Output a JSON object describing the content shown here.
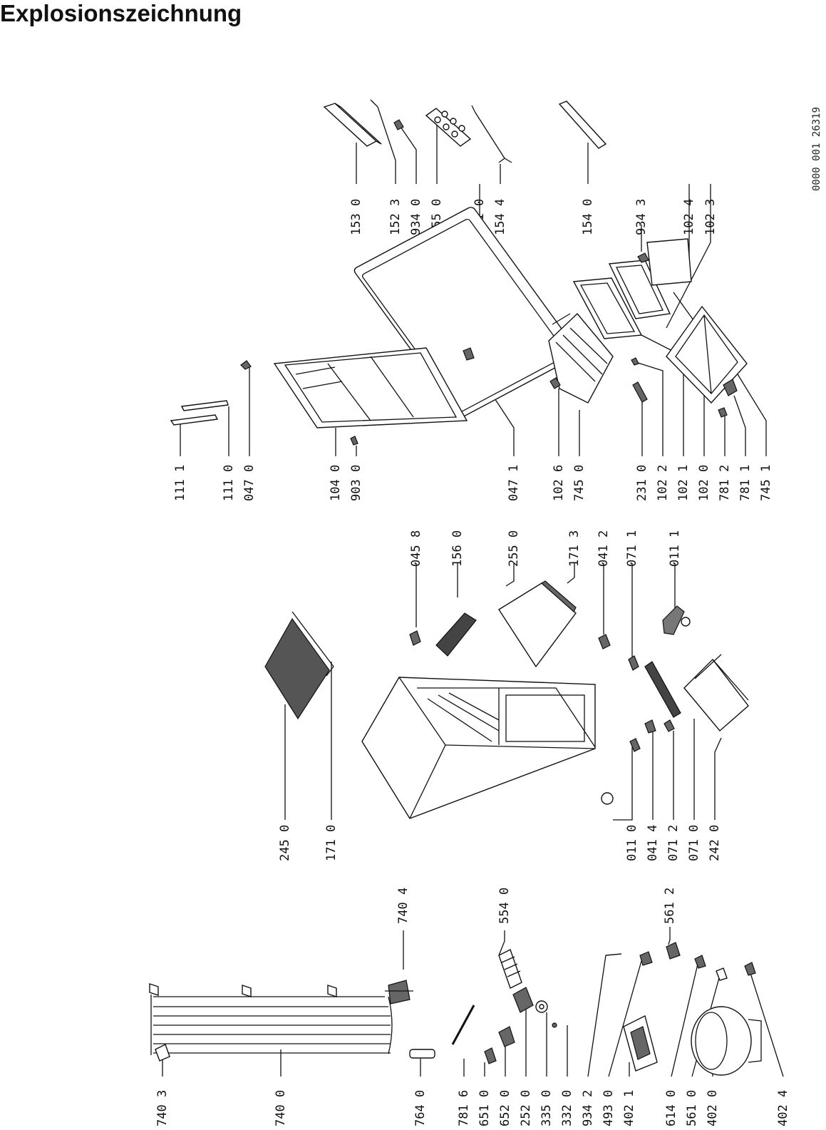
{
  "title": "Explosionszeichnung",
  "doc_number": "0000 001 26319",
  "labels": {
    "l1530": "153 0",
    "l1523": "152 3",
    "l9340": "934 0",
    "l1550": "155 0",
    "l1910": "191 0",
    "l1544": "154 4",
    "l1540": "154 0",
    "l9343": "934 3",
    "l1024": "102 4",
    "l1023": "102 3",
    "l1111": "111 1",
    "l1110": "111 0",
    "l0470": "047 0",
    "l1040": "104 0",
    "l9030": "903 0",
    "l0471": "047 1",
    "l1026": "102 6",
    "l7450": "745 0",
    "l2310": "231 0",
    "l1022": "102 2",
    "l1021": "102 1",
    "l1020": "102 0",
    "l7812": "781 2",
    "l7811": "781 1",
    "l7451": "745 1",
    "l0458": "045 8",
    "l1560": "156 0",
    "l2550": "255 0",
    "l1713": "171 3",
    "l0412": "041 2",
    "l0711": "071 1",
    "l0111": "011 1",
    "l2450": "245 0",
    "l1710": "171 0",
    "l0110": "011 0",
    "l0414": "041 4",
    "l0712": "071 2",
    "l0710": "071 0",
    "l2420": "242 0",
    "l7404": "740 4",
    "l5540": "554 0",
    "l5612": "561 2",
    "l7403": "740 3",
    "l7400": "740 0",
    "l7640": "764 0",
    "l7816": "781 6",
    "l6510": "651 0",
    "l6520": "652 0",
    "l2520": "252 0",
    "l3350": "335 0",
    "l3320": "332 0",
    "l9342": "934 2",
    "l4930": "493 0",
    "l4021": "402 1",
    "l6140": "614 0",
    "l5610": "561 0",
    "l4020": "402 0",
    "l4024": "402 4"
  }
}
